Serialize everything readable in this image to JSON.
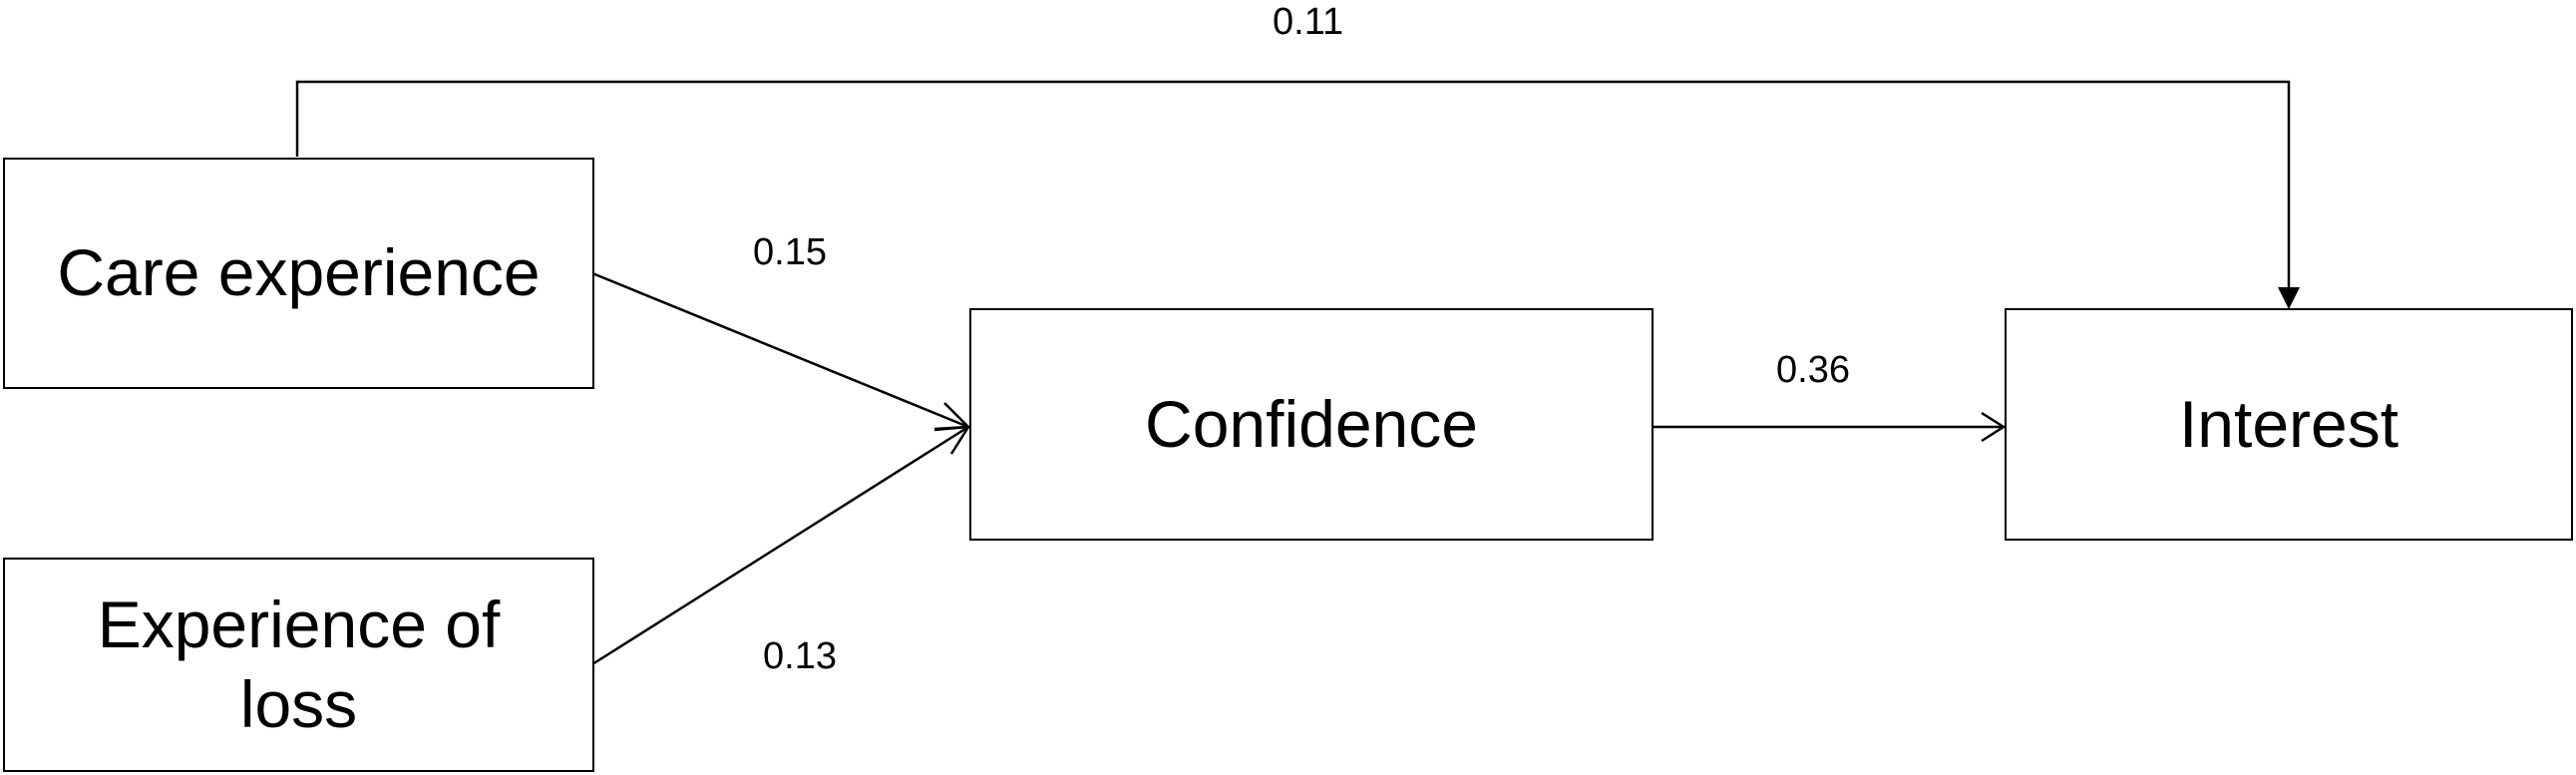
{
  "nodes": {
    "care_experience": "Care experience",
    "experience_of_loss": "Experience of loss",
    "confidence": "Confidence",
    "interest": "Interest"
  },
  "paths": {
    "care_to_interest": "0.11",
    "care_to_confidence": "0.15",
    "loss_to_confidence": "0.13",
    "confidence_to_interest": "0.36"
  },
  "colors": {
    "stroke": "#000000",
    "background": "#ffffff"
  }
}
